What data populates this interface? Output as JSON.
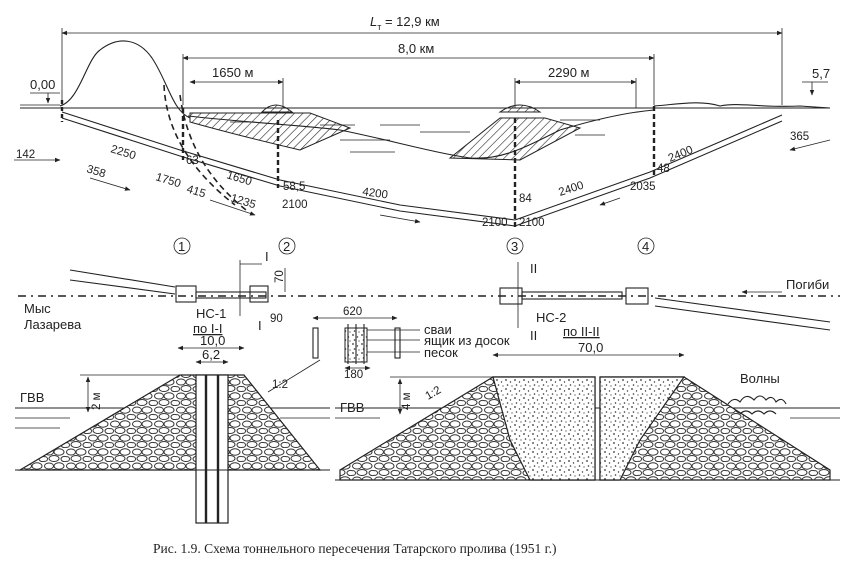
{
  "profile": {
    "total_length": "L",
    "total_length_sub": "т",
    "total_length_value": " = 12,9 км",
    "span_8km": "8,0 км",
    "dim_1650m": "1650 м",
    "dim_2290m": "2290 м",
    "elev_left": "0,00",
    "elev_right": "5,7",
    "dims": [
      "142",
      "2250",
      "358",
      "1750",
      "63",
      "415",
      "1650",
      "58,5",
      "1235",
      "2100",
      "4200",
      "84",
      "2100",
      "2100",
      "2400",
      "48",
      "2035",
      "2400",
      "365"
    ]
  },
  "plan": {
    "stations": [
      "1",
      "2",
      "3",
      "4"
    ],
    "section_I": "I",
    "section_II": "II",
    "dim_70": "70",
    "dim_90": "90",
    "left_cape_line1": "Мыс",
    "left_cape_line2": "Лазарева",
    "right_cape": "Погиби",
    "ns1": "НС-1",
    "ns2": "НС-2",
    "sec_I_label": "по I-I",
    "sec_II_label": "по II-II"
  },
  "detail": {
    "dim_620": "620",
    "dim_180": "180",
    "legend_piles": "сваи",
    "legend_box": "ящик из досок",
    "legend_sand": "песок"
  },
  "sections": {
    "left_top_width": "10,0",
    "left_inner_width": "6,2",
    "left_height": "2 м",
    "slope": "1:2",
    "gvv_left": "ГВВ",
    "right_top_width": "70,0",
    "right_height": "4 м",
    "right_slope": "1:2",
    "gvv_right": "ГВВ",
    "waves": "Волны"
  },
  "caption": "Рис. 1.9. Схема тоннельного пересечения Татарского пролива (1951 г.)"
}
